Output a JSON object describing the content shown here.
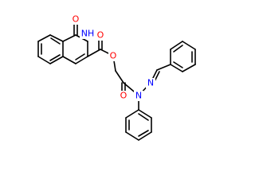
{
  "molecule": {
    "atom_colors": {
      "O": "#ff0000",
      "N": "#0000ff"
    },
    "labels": {
      "lactam_oxygen": "O",
      "lactam_nh": "NH",
      "ester_carbonyl_oxygen": "O",
      "ester_oxygen": "O",
      "amide_oxygen": "O",
      "hydrazide_nitrogen": "N",
      "imine_nitrogen": "N"
    }
  }
}
